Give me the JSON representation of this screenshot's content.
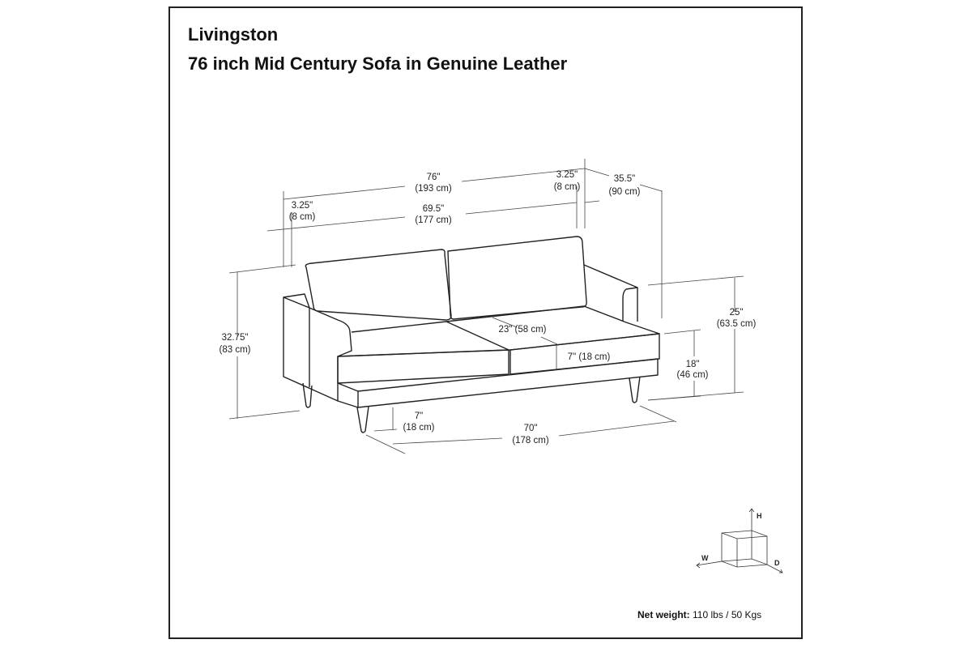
{
  "header": {
    "brand": "Livingston",
    "product": "76 inch Mid Century Sofa in Genuine Leather"
  },
  "dimensions": {
    "overall_width": {
      "in": "76\"",
      "cm": "(193 cm)"
    },
    "arm_right": {
      "in": "3.25\"",
      "cm": "(8 cm)"
    },
    "arm_left": {
      "in": "3.25\"",
      "cm": "(8 cm)"
    },
    "depth": {
      "in": "35.5\"",
      "cm": "(90 cm)"
    },
    "inner_width": {
      "in": "69.5\"",
      "cm": "(177 cm)"
    },
    "overall_height": {
      "in": "32.75\"",
      "cm": "(83 cm)"
    },
    "arm_height": {
      "in": "25\"",
      "cm": "(63.5 cm)"
    },
    "seat_height": {
      "in": "18\"",
      "cm": "(46 cm)"
    },
    "seat_depth": "23\" (58 cm)",
    "cushion_thickness": "7\" (18 cm)",
    "leg_height": {
      "in": "7\"",
      "cm": "(18 cm)"
    },
    "leg_span": {
      "in": "70\"",
      "cm": "(178 cm)"
    }
  },
  "axes_legend": {
    "h": "H",
    "w": "W",
    "d": "D"
  },
  "footer": {
    "weight_label": "Net weight:",
    "weight_value": "110 lbs / 50 Kgs"
  }
}
